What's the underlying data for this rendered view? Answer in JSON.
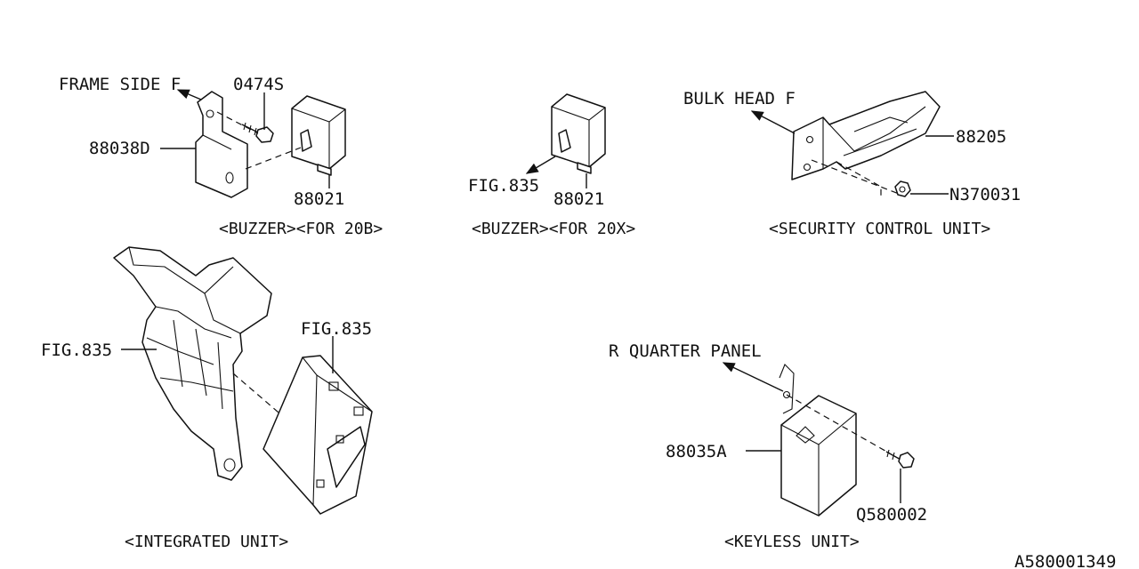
{
  "groups": {
    "buzzer_20b": {
      "caption": "<BUZZER><FOR 20B>",
      "labels": {
        "frame_side": "FRAME SIDE F",
        "bolt": "0474S",
        "bracket": "88038D",
        "buzzer": "88021"
      }
    },
    "buzzer_20x": {
      "caption": "<BUZZER><FOR 20X>",
      "labels": {
        "fig": "FIG.835",
        "buzzer": "88021"
      }
    },
    "security": {
      "caption": "<SECURITY CONTROL UNIT>",
      "labels": {
        "bulkhead": "BULK HEAD F",
        "unit": "88205",
        "nut": "N370031"
      }
    },
    "integrated": {
      "caption": "<INTEGRATED UNIT>",
      "labels": {
        "fig_left": "FIG.835",
        "fig_top": "FIG.835"
      }
    },
    "keyless": {
      "caption": "<KEYLESS UNIT>",
      "labels": {
        "panel": "R QUARTER PANEL",
        "unit": "88035A",
        "bolt": "Q580002"
      }
    }
  },
  "diagram_id": "A580001349"
}
